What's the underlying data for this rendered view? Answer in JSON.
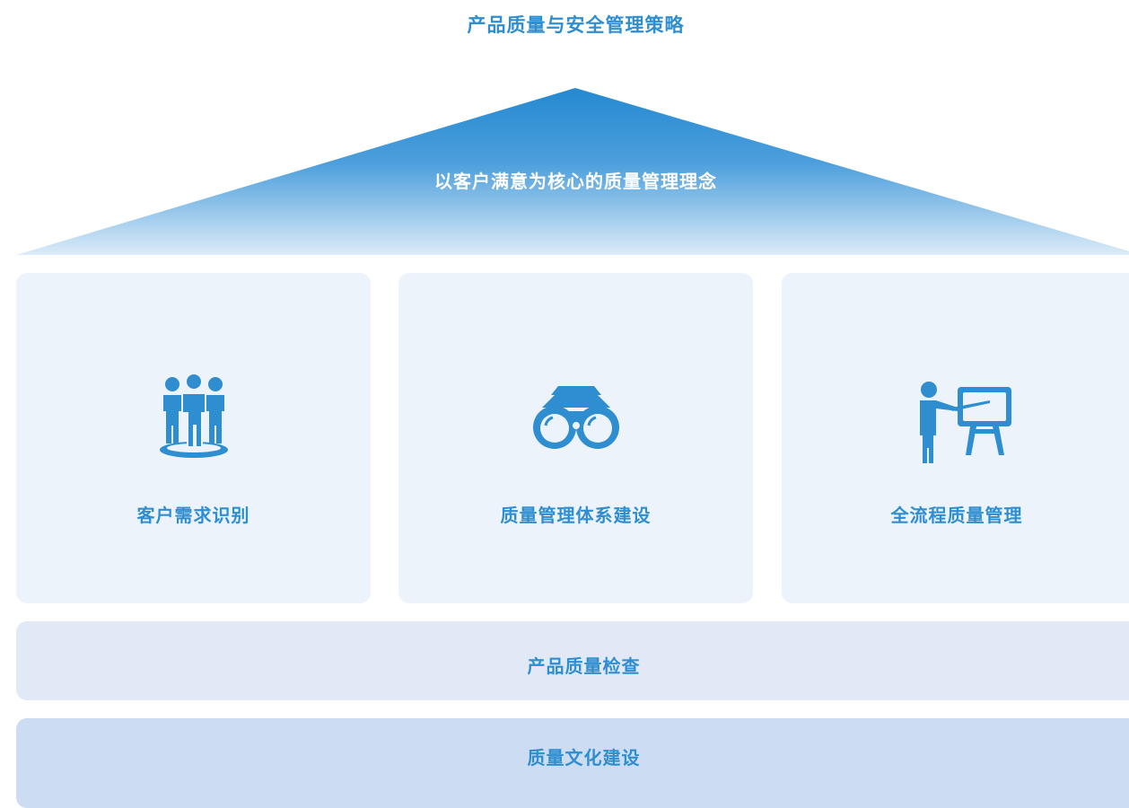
{
  "title": "产品质量与安全管理策略",
  "roof": {
    "label": "以客户满意为核心的质量管理理念"
  },
  "pillars": [
    {
      "label": "客户需求识别",
      "icon": "people-group-icon"
    },
    {
      "label": "质量管理体系建设",
      "icon": "binoculars-icon"
    },
    {
      "label": "全流程质量管理",
      "icon": "presentation-board-icon"
    }
  ],
  "bands": [
    {
      "label": "产品质量检查"
    },
    {
      "label": "质量文化建设"
    }
  ],
  "colors": {
    "accent": "#2e8ed0",
    "roof_top": "#2b8ed3",
    "roof_bottom": "#dceaf8",
    "pillar_bg": "#edf3fb",
    "band_inspection_bg": "#e0e9f5",
    "band_culture_bg": "#ccdcf2"
  }
}
